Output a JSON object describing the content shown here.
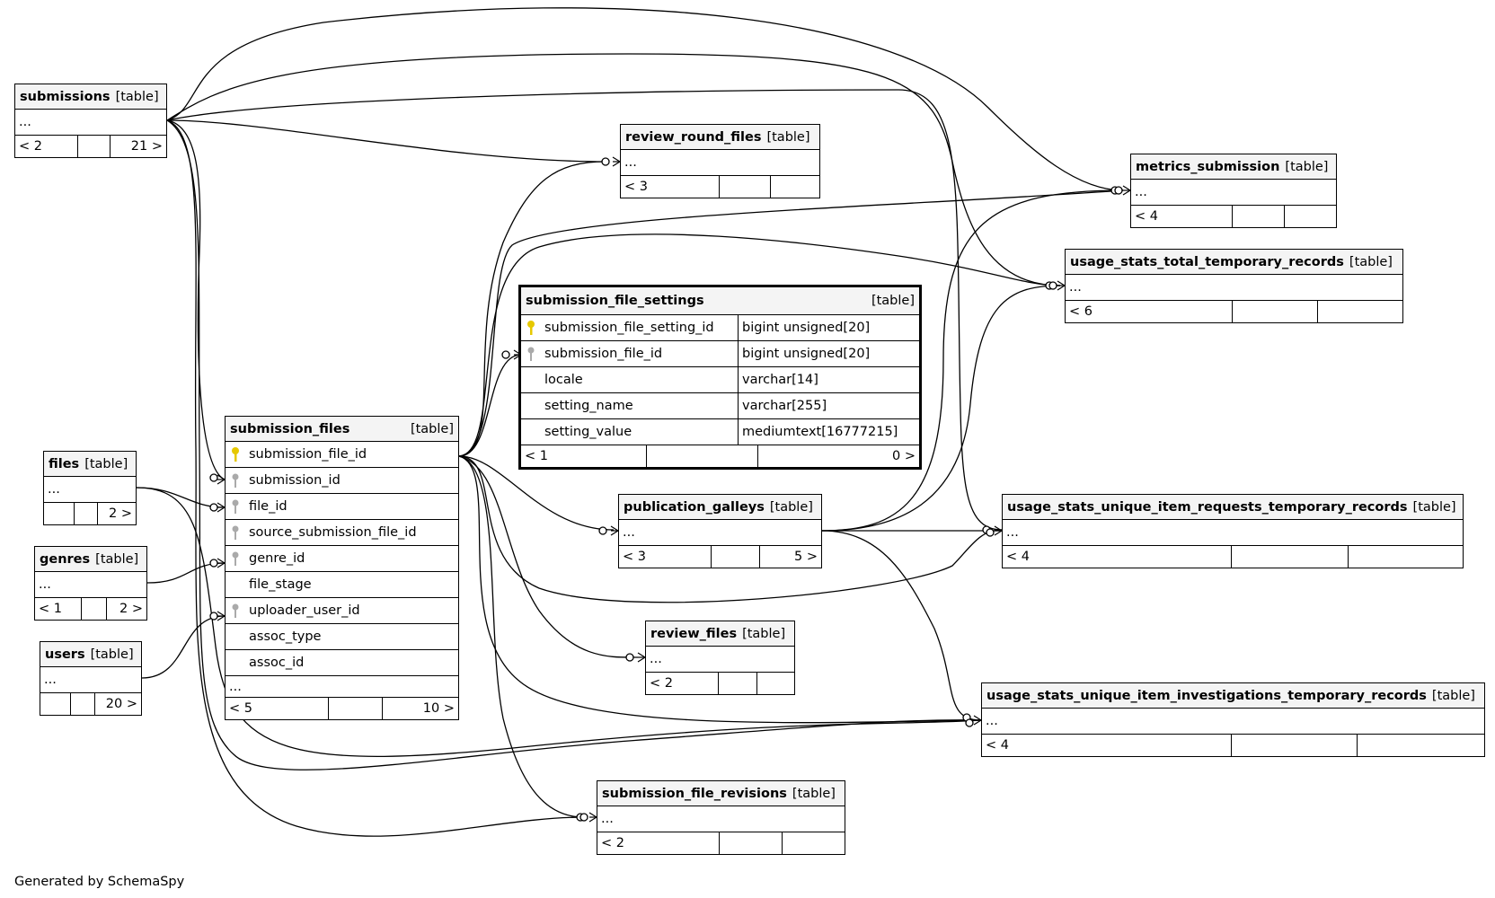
{
  "tables": {
    "submissions": {
      "name": "submissions",
      "tag": "[table]",
      "ellipsis": "...",
      "footer": [
        "< 2",
        "",
        "21 >"
      ]
    },
    "review_round_files": {
      "name": "review_round_files",
      "tag": "[table]",
      "ellipsis": "...",
      "footer": [
        "< 3",
        "",
        ""
      ]
    },
    "metrics_submission": {
      "name": "metrics_submission",
      "tag": "[table]",
      "ellipsis": "...",
      "footer": [
        "< 4",
        "",
        ""
      ]
    },
    "usage_stats_total_temporary_records": {
      "name": "usage_stats_total_temporary_records",
      "tag": "[table]",
      "ellipsis": "...",
      "footer": [
        "< 6",
        "",
        ""
      ]
    },
    "submission_file_settings": {
      "name": "submission_file_settings",
      "tag": "[table]",
      "columns": [
        {
          "name": "submission_file_setting_id",
          "type": "bigint unsigned[20]",
          "key": "primary"
        },
        {
          "name": "submission_file_id",
          "type": "bigint unsigned[20]",
          "key": "foreign"
        },
        {
          "name": "locale",
          "type": "varchar[14]",
          "key": ""
        },
        {
          "name": "setting_name",
          "type": "varchar[255]",
          "key": ""
        },
        {
          "name": "setting_value",
          "type": "mediumtext[16777215]",
          "key": ""
        }
      ],
      "footer": [
        "< 1",
        "",
        "0 >"
      ]
    },
    "submission_files": {
      "name": "submission_files",
      "tag": "[table]",
      "columns": [
        {
          "name": "submission_file_id",
          "key": "primary"
        },
        {
          "name": "submission_id",
          "key": "foreign"
        },
        {
          "name": "file_id",
          "key": "foreign"
        },
        {
          "name": "source_submission_file_id",
          "key": "foreign"
        },
        {
          "name": "genre_id",
          "key": "foreign"
        },
        {
          "name": "file_stage",
          "key": ""
        },
        {
          "name": "uploader_user_id",
          "key": "foreign"
        },
        {
          "name": "assoc_type",
          "key": ""
        },
        {
          "name": "assoc_id",
          "key": ""
        }
      ],
      "ellipsis": "...",
      "footer": [
        "< 5",
        "",
        "10 >"
      ]
    },
    "files": {
      "name": "files",
      "tag": "[table]",
      "ellipsis": "...",
      "footer": [
        "",
        "",
        "2 >"
      ]
    },
    "genres": {
      "name": "genres",
      "tag": "[table]",
      "ellipsis": "...",
      "footer": [
        "< 1",
        "",
        "2 >"
      ]
    },
    "users": {
      "name": "users",
      "tag": "[table]",
      "ellipsis": "...",
      "footer": [
        "",
        "",
        "20 >"
      ]
    },
    "publication_galleys": {
      "name": "publication_galleys",
      "tag": "[table]",
      "ellipsis": "...",
      "footer": [
        "< 3",
        "",
        "5 >"
      ]
    },
    "review_files": {
      "name": "review_files",
      "tag": "[table]",
      "ellipsis": "...",
      "footer": [
        "< 2",
        "",
        ""
      ]
    },
    "usage_stats_unique_item_requests_temporary_records": {
      "name": "usage_stats_unique_item_requests_temporary_records",
      "tag": "[table]",
      "ellipsis": "...",
      "footer": [
        "< 4",
        "",
        ""
      ]
    },
    "usage_stats_unique_item_investigations_temporary_records": {
      "name": "usage_stats_unique_item_investigations_temporary_records",
      "tag": "[table]",
      "ellipsis": "...",
      "footer": [
        "< 4",
        "",
        ""
      ]
    },
    "submission_file_revisions": {
      "name": "submission_file_revisions",
      "tag": "[table]",
      "ellipsis": "...",
      "footer": [
        "< 2",
        "",
        ""
      ]
    }
  },
  "credit": "Generated by SchemaSpy",
  "colors": {
    "primary_key": "#e6c800",
    "foreign_key": "#aaaaaa",
    "header_bg": "#f4f4f4",
    "line": "#000000"
  }
}
